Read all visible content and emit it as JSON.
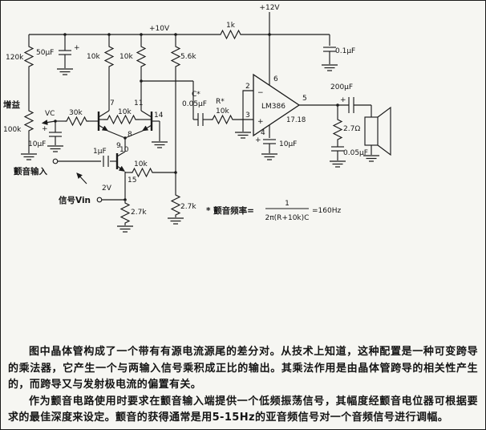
{
  "labels": {
    "v12": "+12V",
    "v10": "+10V",
    "r1k": "1k",
    "c01": "0.1μF",
    "r120k": "120k",
    "c50": "50μF",
    "plus": "+",
    "minus": "−",
    "r10k_left": "10k",
    "r10k_right": "10k",
    "r56k": "5.6k",
    "gain": "增益",
    "pot": "100k",
    "vc": "VC",
    "r30k": "30k",
    "c10_left": "10μF",
    "q7": "7",
    "r10k_mid": "10k",
    "q11": "11",
    "p14": "14",
    "p8": "8",
    "p9": "9",
    "cstar": "C*",
    "cstar_val": "0.05μF",
    "rstar": "R*",
    "rstar_val": "10k",
    "ic": "LM386",
    "p2": "2",
    "p3": "3",
    "p4": "4",
    "p5": "5",
    "p6": "6",
    "p1718": "17.18",
    "c10_right": "10μF",
    "c200": "200μF",
    "r27ohm": "2.7Ω",
    "c005_out": "0.05μF",
    "tremolo": "颤音输入",
    "c1uf": "1μF",
    "q10": "10",
    "r10k_bias": "10k",
    "v2": "2V",
    "p15": "15",
    "r27k_e": "2.7k",
    "vin": "信号Vin",
    "r27k_b": "2.7k"
  },
  "formula": {
    "label": "* 颤音频率=",
    "num": "1",
    "den": "2π(R+10k)C",
    "result": "=160Hz"
  },
  "paragraphs": [
    "图中晶体管构成了一个带有有源电流源尾的差分对。从技术上知道，这种配置是一种可变跨导的乘法器，它产生一个与两输入信号乘积成正比的输出。其乘法作用是由晶体管跨导的相关性产生的，而跨导又与发射极电流的偏置有关。",
    "作为颤音电路使用时要求在颤音输入端提供一个低频振荡信号，其幅度经颤音电位器可根据要求的最佳深度来设定。颤音的获得通常是用5-15Hz的亚音频信号对一个音频信号进行调幅。"
  ]
}
